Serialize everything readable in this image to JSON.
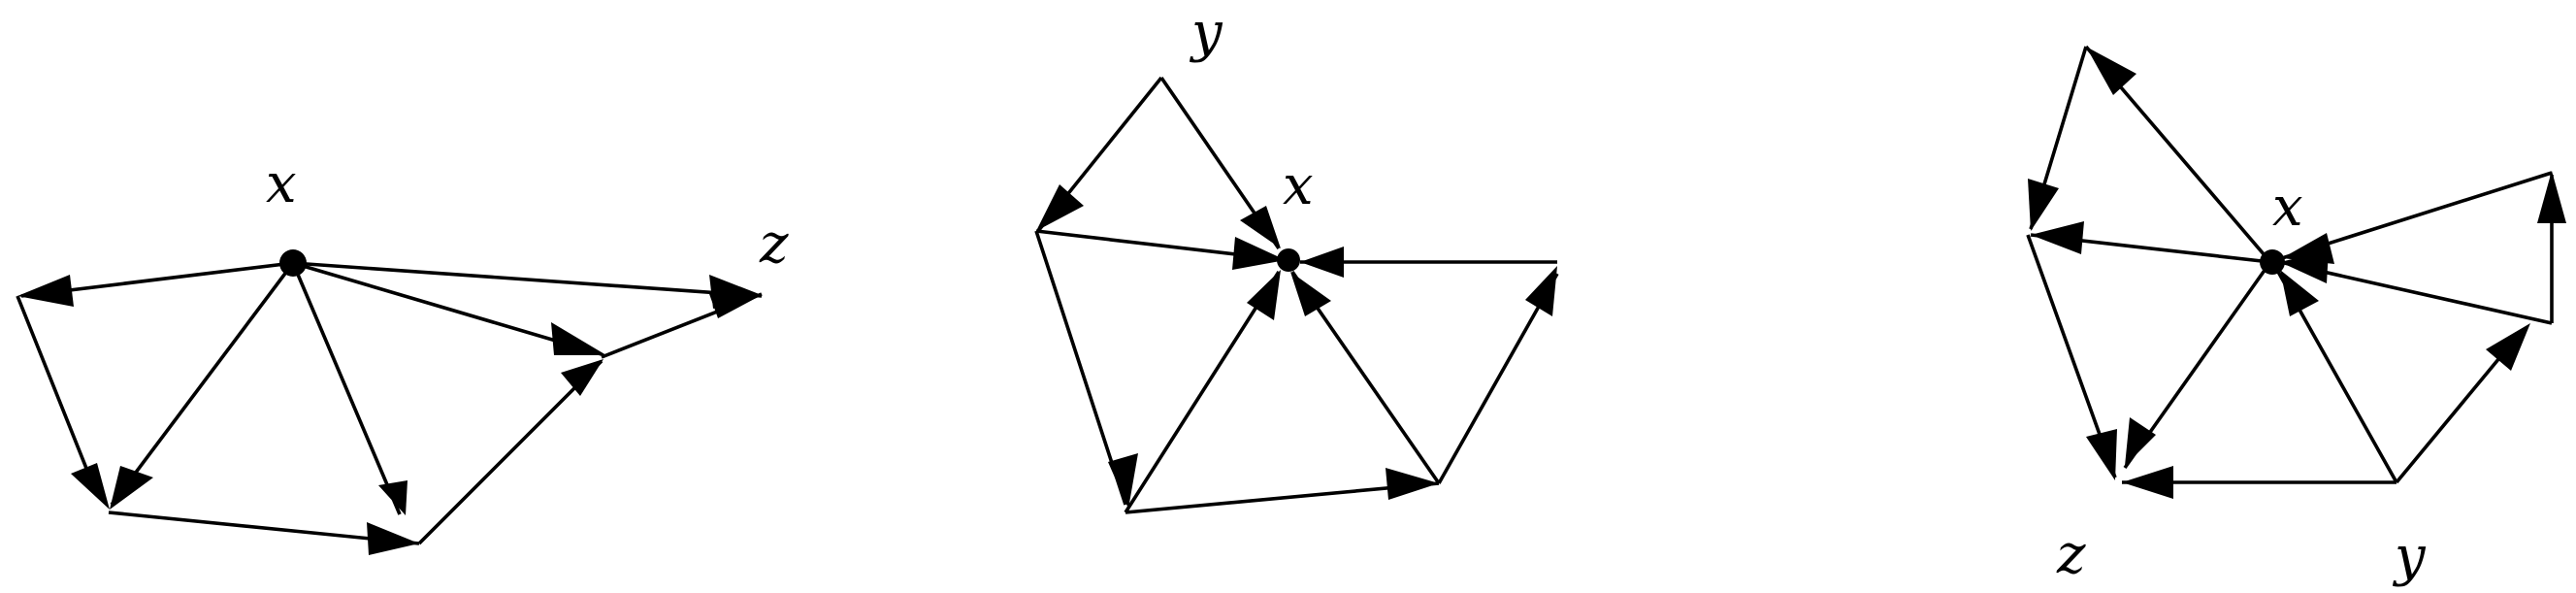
{
  "colors": {
    "background": "#ffffff",
    "ink": "#000000"
  },
  "graphs": [
    {
      "name": "left-graph",
      "labels": [
        {
          "id": "x",
          "text": "x"
        },
        {
          "id": "z",
          "text": "z"
        }
      ]
    },
    {
      "name": "middle-graph",
      "labels": [
        {
          "id": "y",
          "text": "y"
        },
        {
          "id": "x",
          "text": "x"
        }
      ]
    },
    {
      "name": "right-graph",
      "labels": [
        {
          "id": "x",
          "text": "x"
        },
        {
          "id": "z",
          "text": "z"
        },
        {
          "id": "y",
          "text": "y"
        }
      ]
    }
  ]
}
